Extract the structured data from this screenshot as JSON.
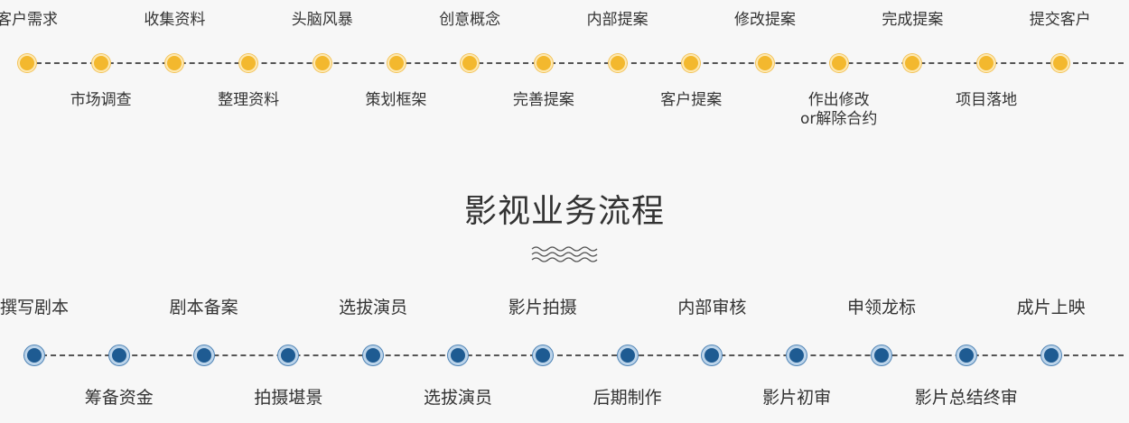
{
  "title": "影视业务流程",
  "top_flow": {
    "upper_labels": [
      "客户需求",
      "收集资料",
      "头脑风暴",
      "创意概念",
      "内部提案",
      "修改提案",
      "完成提案",
      "提交客户"
    ],
    "lower_labels": [
      "市场调查",
      "整理资料",
      "策划框架",
      "完善提案",
      "客户提案",
      "作出修改\nor解除合约",
      "项目落地"
    ],
    "node_count": 15,
    "node_color": "#f3b82e"
  },
  "bottom_flow": {
    "upper_labels": [
      "撰写剧本",
      "剧本备案",
      "选拔演员",
      "影片拍摄",
      "内部审核",
      "申领龙标",
      "成片上映"
    ],
    "lower_labels": [
      "筹备资金",
      "拍摄堪景",
      "选拔演员",
      "后期制作",
      "影片初审",
      "影片总结终审"
    ],
    "node_count": 13,
    "node_color": "#1e5b92"
  }
}
